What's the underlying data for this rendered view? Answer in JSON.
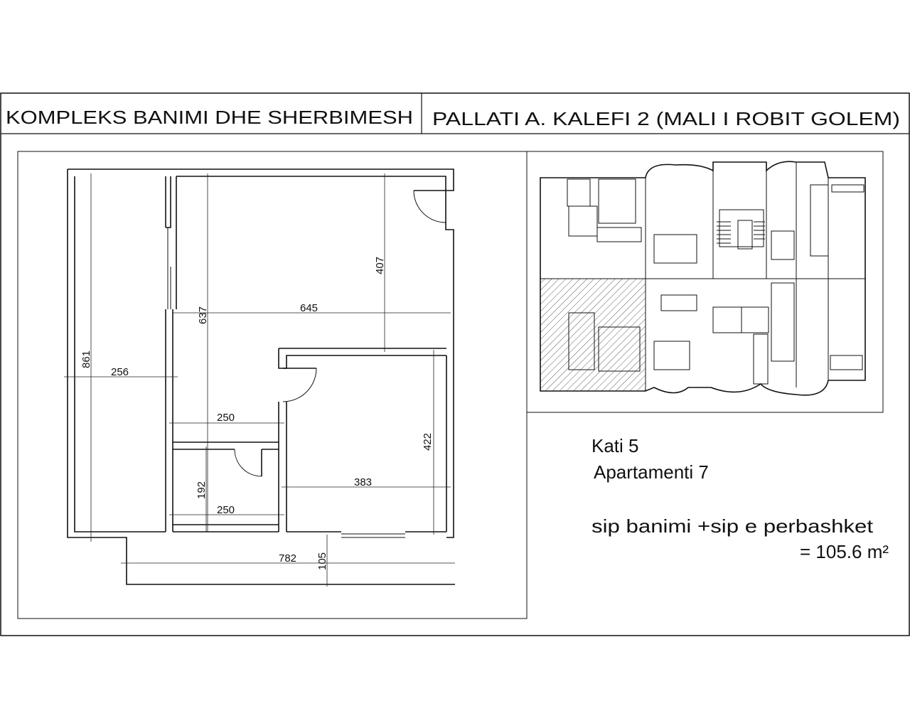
{
  "header": {
    "left_title": "KOMPLEKS BANIMI DHE SHERBIMESH",
    "right_title": "PALLATI A. KALEFI 2  (MALI I ROBIT GOLEM)"
  },
  "apartment_plan": {
    "dimensions": {
      "total_height": "861",
      "left_width": "256",
      "mid_height": "637",
      "main_width": "645",
      "upper_height": "407",
      "corridor_width": "250",
      "bath_height": "192",
      "bath_width": "250",
      "lower_room_height": "422",
      "lower_room_width": "383",
      "total_width": "782",
      "balcony_depth": "105"
    }
  },
  "info": {
    "floor": "Kati 5",
    "apartment": "Apartamenti 7",
    "area_label": "sip banimi +sip e perbashket",
    "area_value": "= 105.6 m²"
  },
  "colors": {
    "line": "#111111",
    "background": "#ffffff"
  }
}
